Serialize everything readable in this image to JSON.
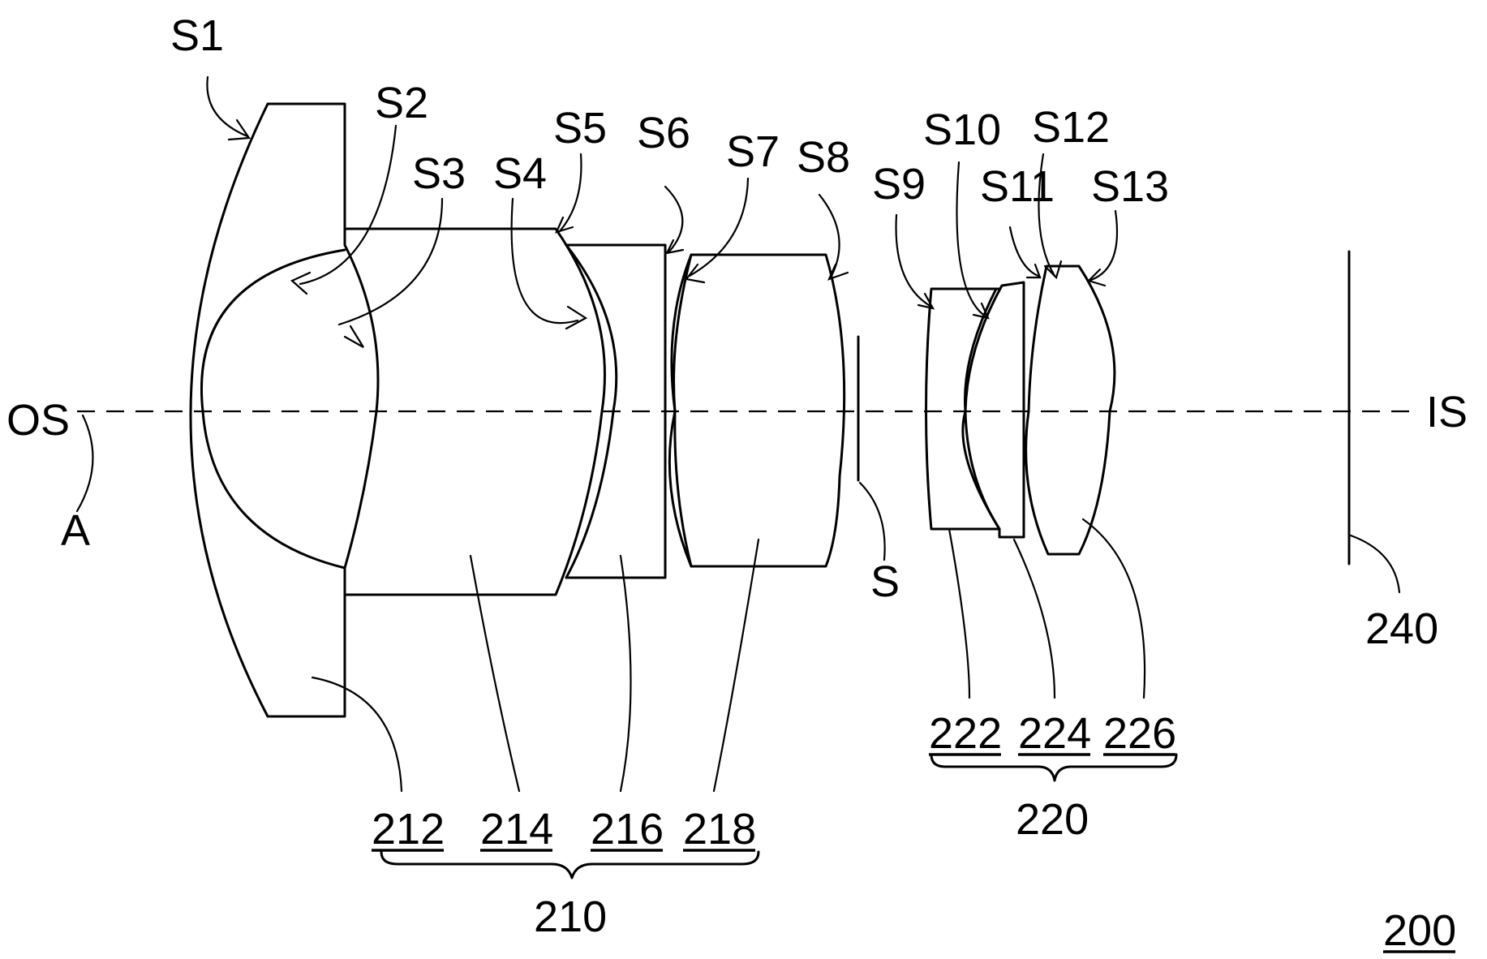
{
  "labels": {
    "OS": "OS",
    "IS": "IS",
    "A": "A",
    "S": "S",
    "S1": "S1",
    "S2": "S2",
    "S3": "S3",
    "S4": "S4",
    "S5": "S5",
    "S6": "S6",
    "S7": "S7",
    "S8": "S8",
    "S9": "S9",
    "S10": "S10",
    "S11": "S11",
    "S12": "S12",
    "S13": "S13",
    "L212": "212",
    "L214": "214",
    "L216": "216",
    "L218": "218",
    "L210": "210",
    "L222": "222",
    "L224": "224",
    "L226": "226",
    "L220": "220",
    "L240": "240",
    "L200": "200"
  }
}
